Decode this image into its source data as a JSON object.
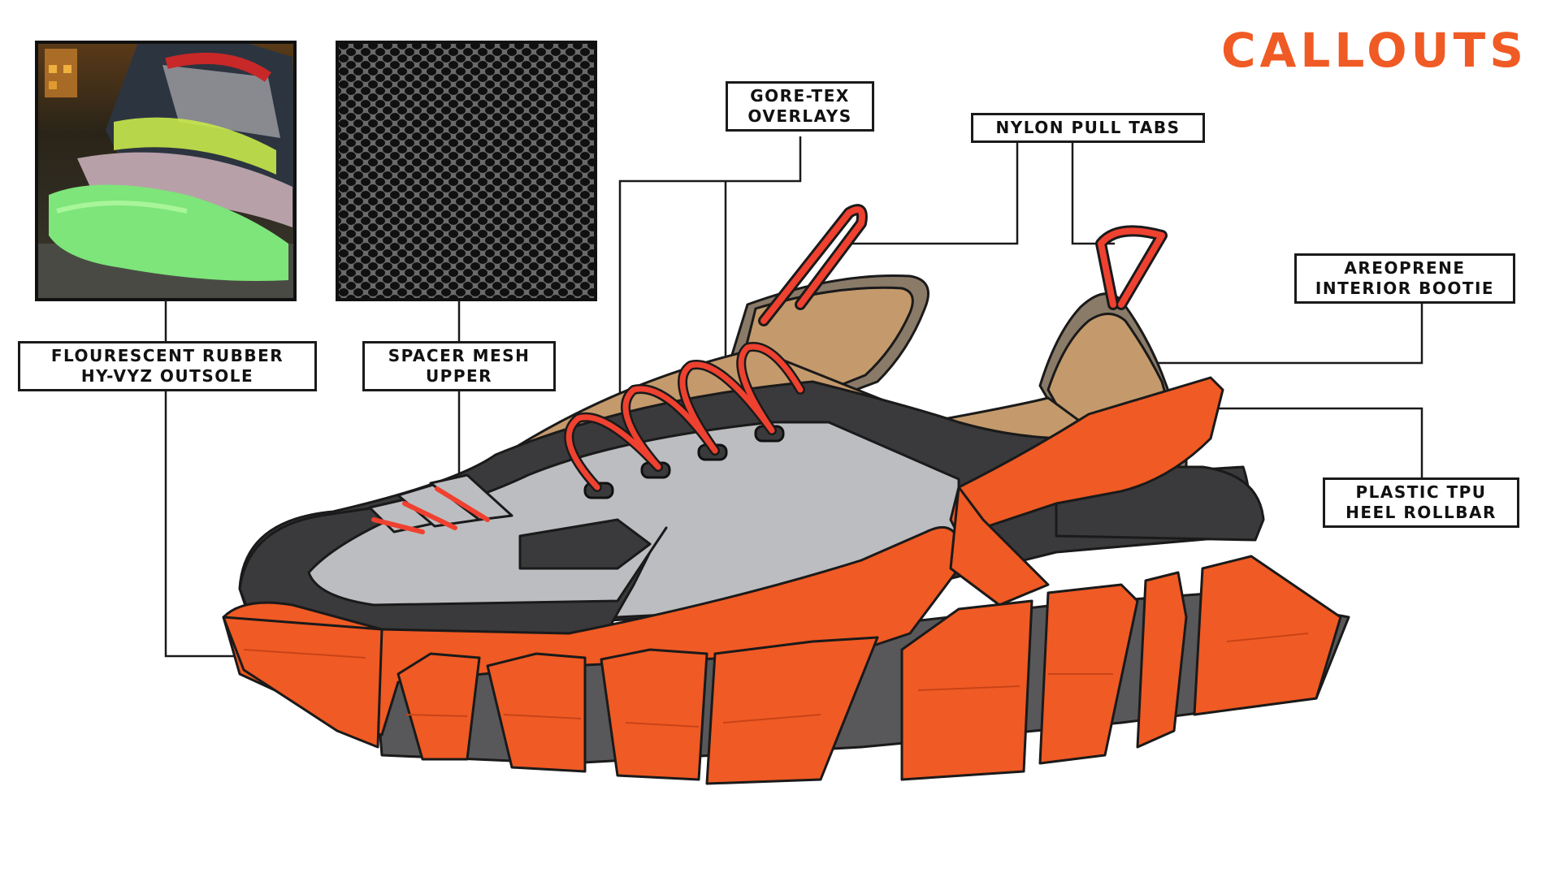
{
  "title": "CALLOUTS",
  "callouts": {
    "outsole": {
      "line1": "FLOURESCENT RUBBER",
      "line2": "HY-VYZ OUTSOLE"
    },
    "mesh": {
      "line1": "SPACER MESH",
      "line2": "UPPER"
    },
    "goretex": {
      "line1": "GORE-TEX",
      "line2": "OVERLAYS"
    },
    "pulltabs": {
      "line1": "NYLON PULL TABS"
    },
    "bootie": {
      "line1": "AREOPRENE",
      "line2": "INTERIOR BOOTIE"
    },
    "rollbar": {
      "line1": "PLASTIC TPU",
      "line2": "HEEL ROLLBAR"
    }
  },
  "photos": {
    "outsole_photo": "outsole-photo",
    "mesh_photo": "mesh-texture-photo"
  },
  "colors": {
    "accent_orange": "#f05a24",
    "dark_orange": "#e0501c",
    "upper_black": "#3a3a3c",
    "upper_grey": "#bcbdc0",
    "bootie_tan": "#c49a6c",
    "lace_red": "#ef4130",
    "outline": "#1a1a1a",
    "midsole_dark": "#58585a"
  }
}
